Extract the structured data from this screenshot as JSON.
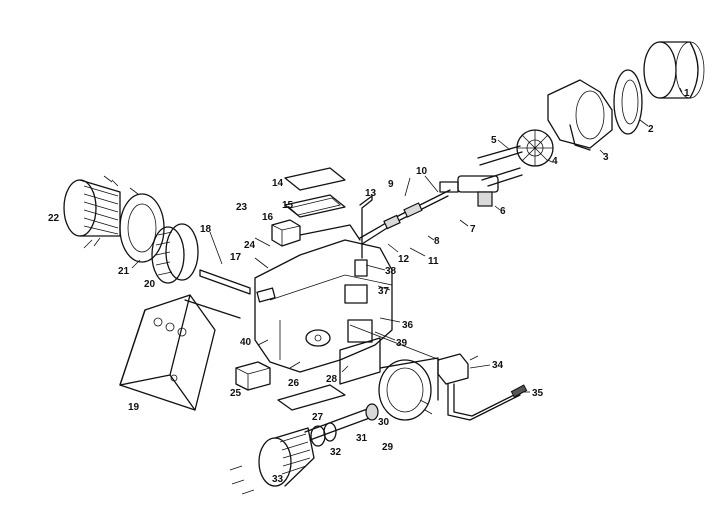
{
  "diagram": {
    "part_labels": [
      "1",
      "2",
      "3",
      "4",
      "5",
      "6",
      "7",
      "8",
      "9",
      "10",
      "11",
      "12",
      "13",
      "14",
      "15",
      "16",
      "17",
      "18",
      "19",
      "20",
      "21",
      "22",
      "23",
      "24",
      "25",
      "26",
      "27",
      "28",
      "29",
      "30",
      "31",
      "32",
      "33",
      "34",
      "35",
      "36",
      "37",
      "38",
      "39",
      "40"
    ]
  }
}
